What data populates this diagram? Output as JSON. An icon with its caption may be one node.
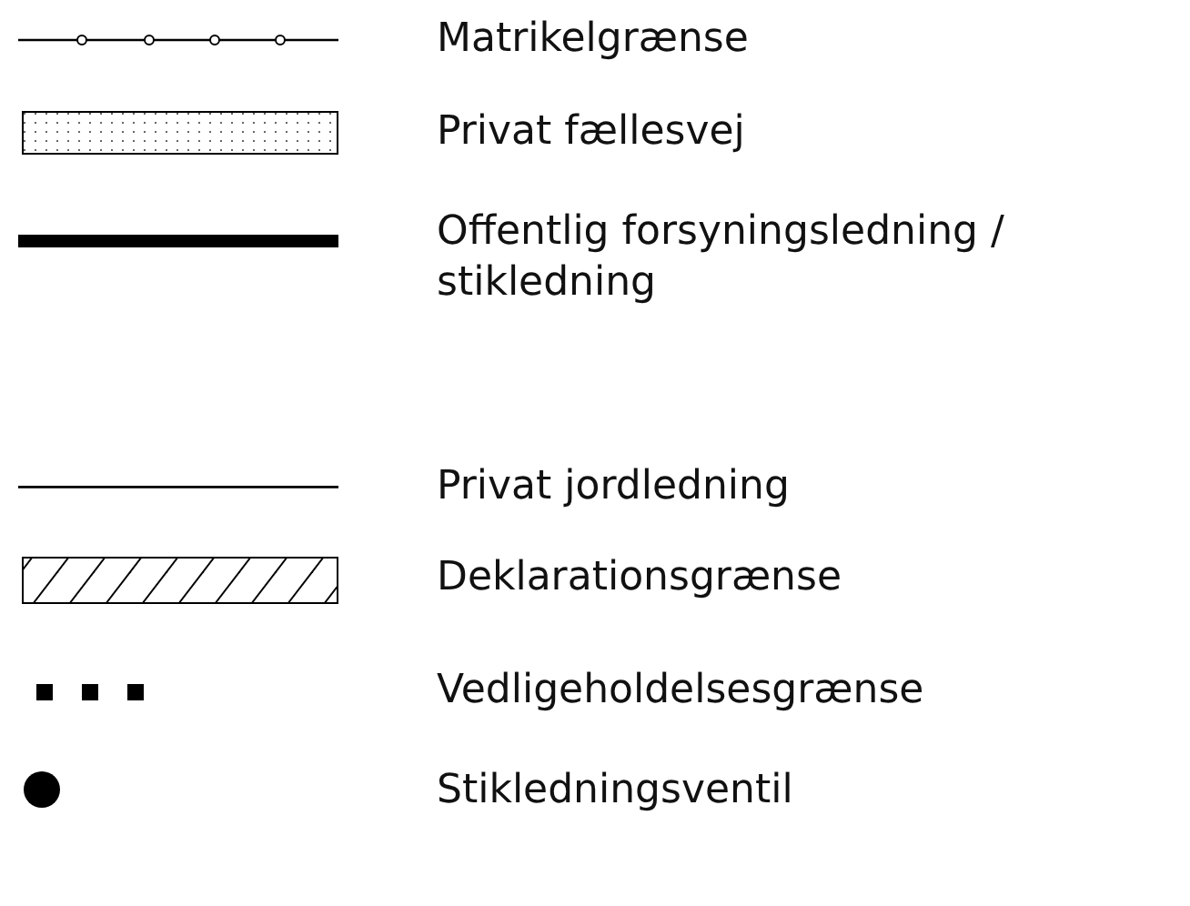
{
  "diagram": {
    "legend": [
      {
        "text": "Matrikelgrænse"
      },
      {
        "text": "Privat fællesvej"
      },
      {
        "text": "Offentlig forsyningsledning / stikledning"
      },
      {
        "text": "Privat jordledning"
      },
      {
        "text": "Deklarationsgrænse"
      },
      {
        "text": "Vedligeholdelsesgrænse"
      },
      {
        "text": "Stikledningsventil"
      }
    ]
  }
}
